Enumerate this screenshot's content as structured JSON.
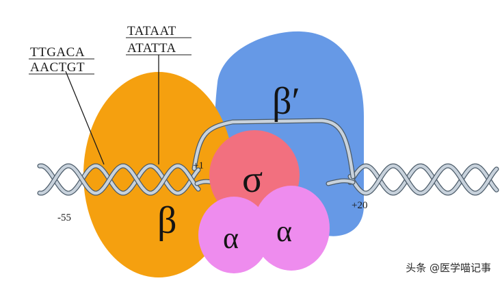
{
  "sequences": {
    "minus35_top": "TTGACA",
    "minus35_bottom": "AACTGT",
    "minus10_top": "TATAAT",
    "minus10_bottom": "ATATTA"
  },
  "positions": {
    "left": "-55",
    "start": "+1",
    "right": "+20"
  },
  "subunits": {
    "beta": "β",
    "beta_prime": "β′",
    "sigma": "σ",
    "alpha_left": "α",
    "alpha_right": "α"
  },
  "colors": {
    "beta": "#f5a00f",
    "beta_prime": "#6699e6",
    "sigma": "#f2707f",
    "alpha": "#ee8cee",
    "dna_strand": "#c8d2dc",
    "dna_outline": "#4a5a68"
  },
  "watermark": "头条 @医学喵记事"
}
